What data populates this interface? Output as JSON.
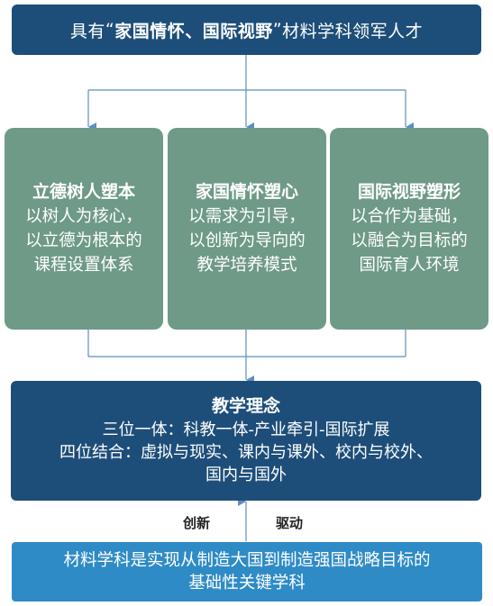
{
  "top_banner": {
    "prefix": "具有",
    "quote_open": "“",
    "emphasis": "家国情怀、国际视野",
    "quote_close": "”",
    "suffix": "材料学科领军人才"
  },
  "pillars": [
    {
      "title": "立德树人塑本",
      "line1": "以树人为核心，",
      "line2": "以立德为根本的",
      "line3": "课程设置体系"
    },
    {
      "title": "家国情怀塑心",
      "line1": "以需求为引导，",
      "line2": "以创新为导向的",
      "line3": "教学培养模式"
    },
    {
      "title": "国际视野塑形",
      "line1": "以合作为基础，",
      "line2": "以融合为目标的",
      "line3": "国际育人环境"
    }
  ],
  "philosophy": {
    "title": "教学理念",
    "line1": "三位一体：科教一体-产业牵引-国际扩展",
    "line2": "四位结合：虚拟与现实、课内与课外、校内与校外、",
    "line3": "国内与国外"
  },
  "arrow_labels": {
    "left": "创新",
    "right": "驱动"
  },
  "foundation": {
    "line1": "材料学科是实现从制造大国到制造强国战略目标的",
    "line2": "基础性关键学科"
  },
  "colors": {
    "dark_blue": "#1d4e79",
    "teal_green": "#6e9a87",
    "light_blue": "#2f8bc6",
    "connector": "#5b8fc0"
  }
}
